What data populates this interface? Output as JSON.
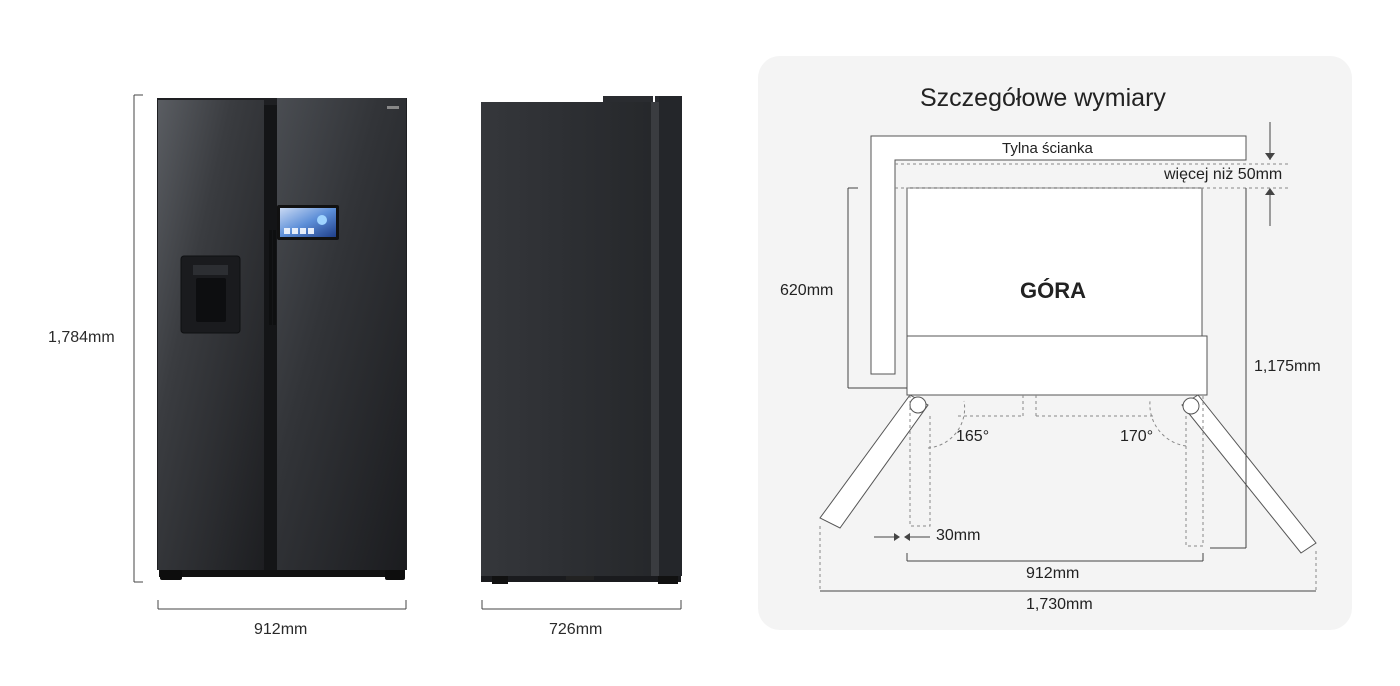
{
  "product": {
    "height_label": "1,784mm",
    "width_label": "912mm",
    "depth_label": "726mm"
  },
  "details": {
    "title": "Szczegółowe wymiary",
    "back_wall_label": "Tylna ścianka",
    "clearance_label": "więcej niż 50mm",
    "top_label": "GÓRA",
    "depth_label": "620mm",
    "open_depth_label": "1,175mm",
    "left_angle_label": "165°",
    "right_angle_label": "170°",
    "gap_label": "30mm",
    "width_label": "912mm",
    "open_width_label": "1,730mm"
  },
  "colors": {
    "body": "#2b2d31",
    "panel_background": "#f4f4f4",
    "line": "#444444"
  }
}
